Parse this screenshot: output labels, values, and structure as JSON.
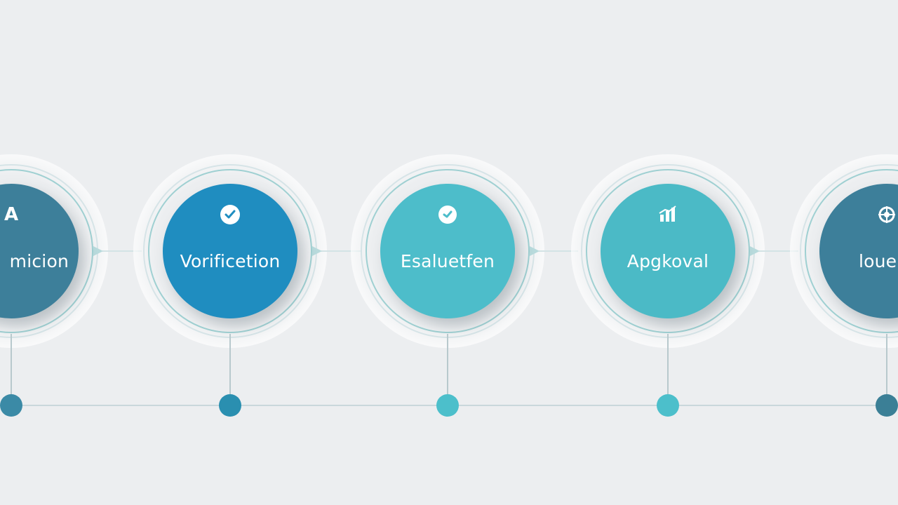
{
  "steps": [
    {
      "label": "micion",
      "icon_text": "A",
      "icon": "letter-a-icon",
      "color": "#3d7f9a",
      "dot_color": "#3b8aa6"
    },
    {
      "label": "Vorificetion",
      "icon_text": "",
      "icon": "checkmark-icon",
      "color": "#1f8dc0",
      "dot_color": "#2a8fb0"
    },
    {
      "label": "Esaluetfen",
      "icon_text": "",
      "icon": "checkmark-small-icon",
      "color": "#4dbdca",
      "dot_color": "#4cbfcb"
    },
    {
      "label": "Apgkoval",
      "icon_text": "",
      "icon": "chart-icon",
      "color": "#4bbac6",
      "dot_color": "#4cbfcb"
    },
    {
      "label": "louel",
      "icon_text": "",
      "icon": "gear-icon",
      "color": "#3d7f9a",
      "dot_color": "#3b7f96"
    }
  ],
  "colors": {
    "background": "#eceef0",
    "timeline": "#c9d7db",
    "ring": "#9fd0d2"
  }
}
